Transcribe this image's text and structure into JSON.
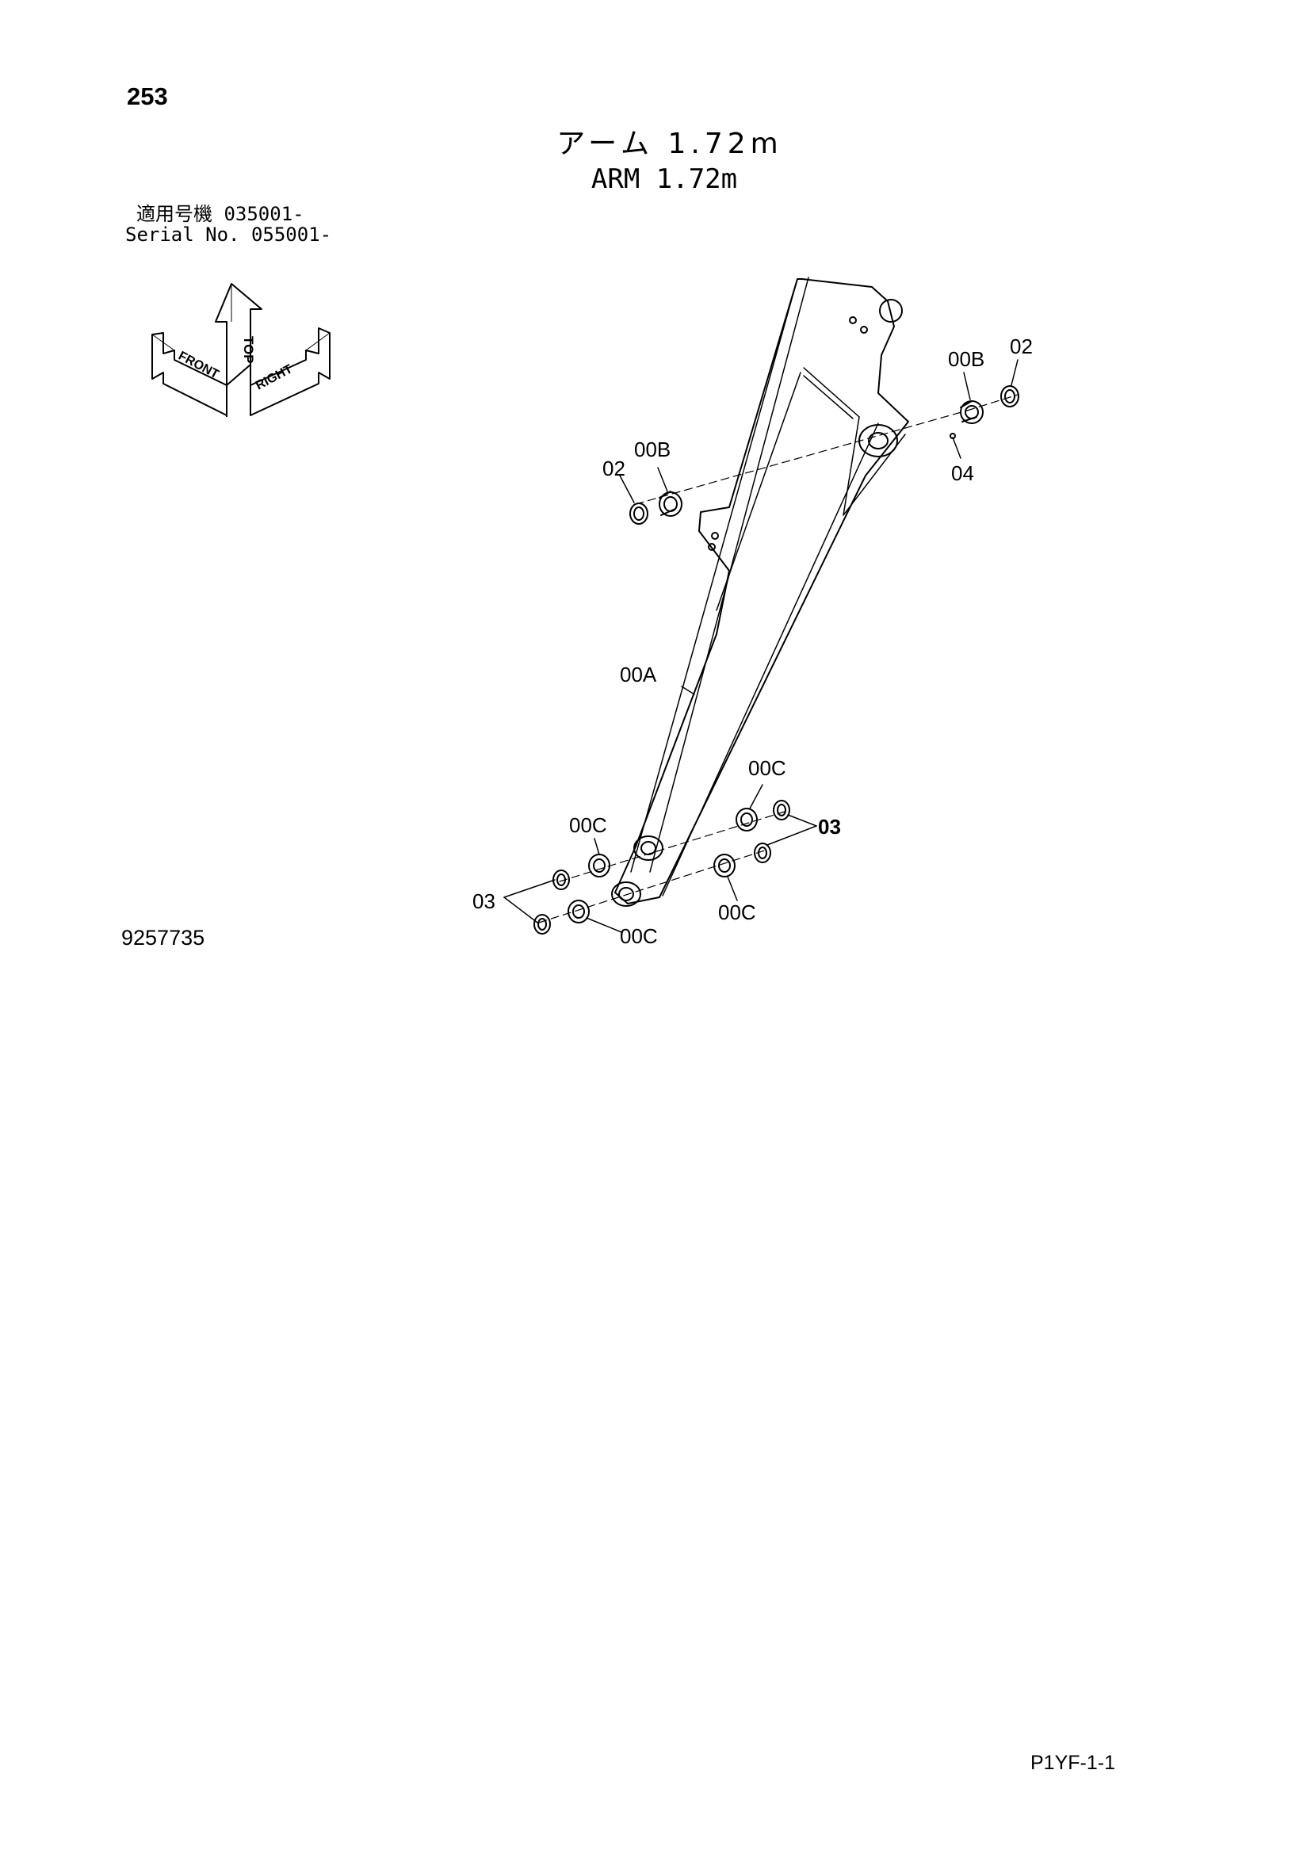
{
  "page": {
    "number": "253",
    "title_jp": "アーム 1.72m",
    "title_en": "ARM 1.72m",
    "serial_jp_label": "適用号機",
    "serial_jp_value": "035001-",
    "serial_en_label": "Serial No.",
    "serial_en_value": "055001-",
    "catalog_number": "9257735",
    "page_code": "P1YF-1-1"
  },
  "orientation_icon": {
    "top": "TOP",
    "front": "FRONT",
    "right": "RIGHT"
  },
  "callouts": [
    {
      "id": "00A",
      "label": "00A"
    },
    {
      "id": "00B-right",
      "label": "00B"
    },
    {
      "id": "02-right",
      "label": "02"
    },
    {
      "id": "04",
      "label": "04"
    },
    {
      "id": "00B-left",
      "label": "00B"
    },
    {
      "id": "02-left",
      "label": "02"
    },
    {
      "id": "00C-upper-right",
      "label": "00C"
    },
    {
      "id": "03-right",
      "label": "03"
    },
    {
      "id": "00C-upper-left",
      "label": "00C"
    },
    {
      "id": "03-left",
      "label": "03"
    },
    {
      "id": "00C-lower-right",
      "label": "00C"
    },
    {
      "id": "00C-lower-left",
      "label": "00C"
    }
  ]
}
